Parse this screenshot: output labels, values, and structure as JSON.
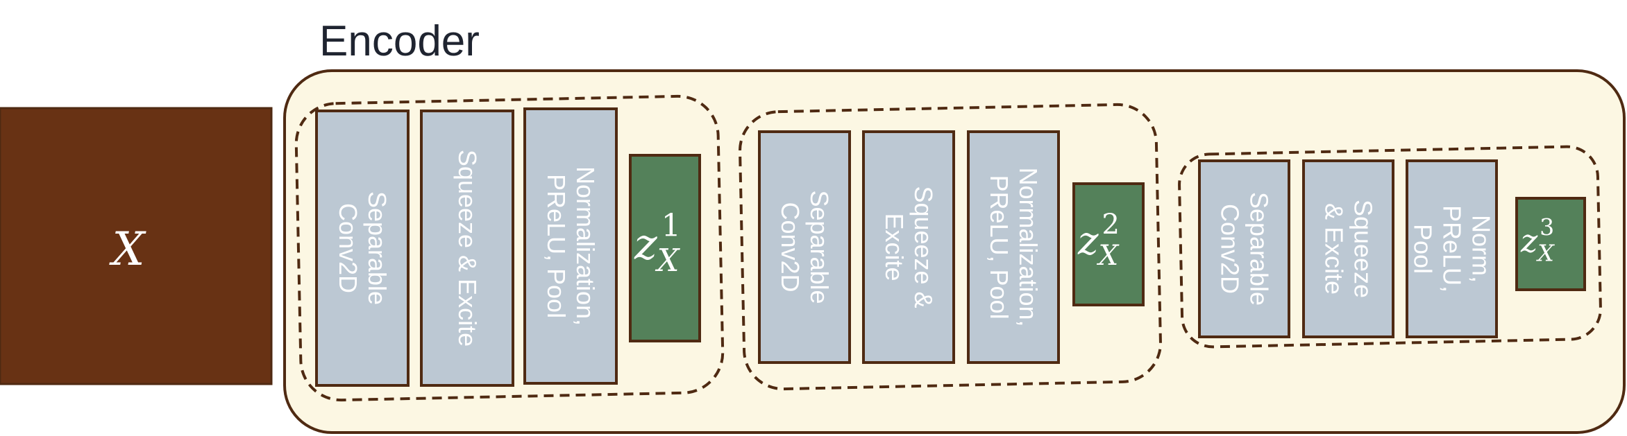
{
  "title": "Encoder",
  "input_label": "X",
  "colors": {
    "input_fill": "#683214",
    "encoder_fill": "#fcf7e3",
    "block_fill": "#bcc8d3",
    "latent_fill": "#54815a",
    "stroke": "#4f2a12"
  },
  "stages": [
    {
      "blocks": [
        {
          "lines": [
            "Separable",
            "Conv2D"
          ]
        },
        {
          "lines": [
            "Squeeze & Excite"
          ]
        },
        {
          "lines": [
            "Normalization,",
            "PReLU, Pool"
          ]
        }
      ],
      "latent": {
        "base": "z",
        "sub": "X",
        "sup": "1"
      }
    },
    {
      "blocks": [
        {
          "lines": [
            "Separable",
            "Conv2D"
          ]
        },
        {
          "lines": [
            "Squeeze &",
            "Excite"
          ]
        },
        {
          "lines": [
            "Normalization,",
            "PReLU, Pool"
          ]
        }
      ],
      "latent": {
        "base": "z",
        "sub": "X",
        "sup": "2"
      }
    },
    {
      "blocks": [
        {
          "lines": [
            "Separable",
            "Conv2D"
          ]
        },
        {
          "lines": [
            "Squeeze",
            "& Excite"
          ]
        },
        {
          "lines": [
            "Norm,",
            "PReLU,",
            "Pool"
          ]
        }
      ],
      "latent": {
        "base": "z",
        "sub": "X",
        "sup": "3"
      }
    }
  ]
}
